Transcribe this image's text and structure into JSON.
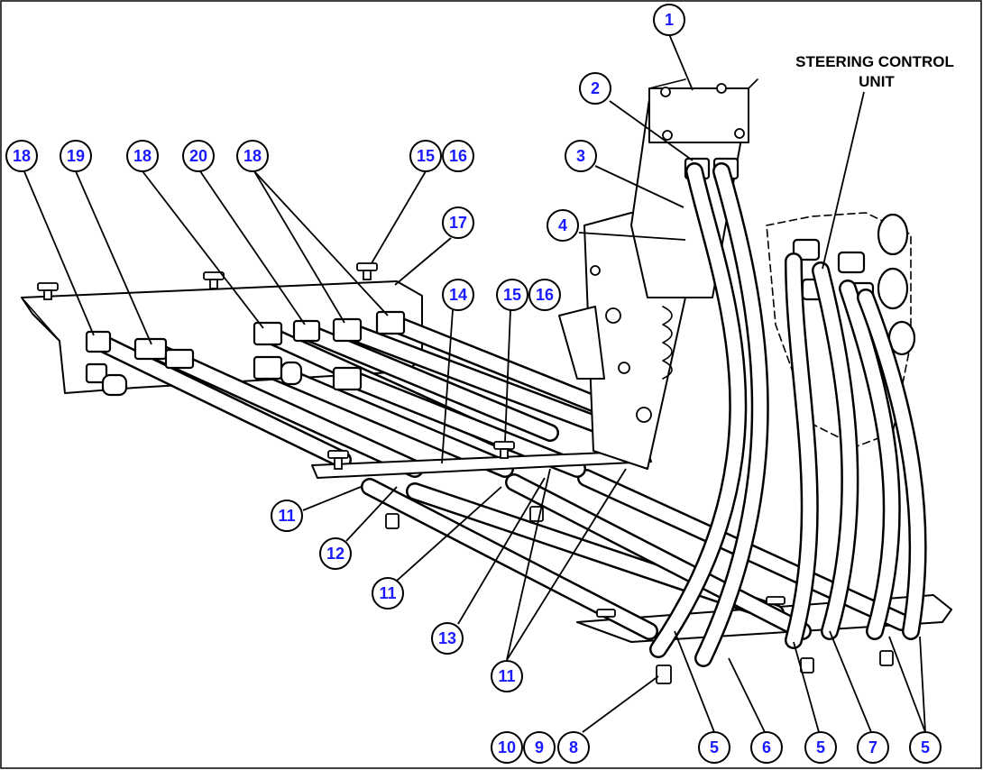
{
  "diagram": {
    "caption_line1": "STEERING CONTROL",
    "caption_line2": "UNIT"
  },
  "callouts": [
    "1",
    "2",
    "3",
    "4",
    "18",
    "19",
    "18",
    "20",
    "18",
    "15",
    "16",
    "17",
    "14",
    "15",
    "16",
    "11",
    "12",
    "11",
    "13",
    "11",
    "10",
    "9",
    "8",
    "5",
    "6",
    "5",
    "7",
    "5"
  ],
  "colors": {
    "callout_text": "#1a1aff",
    "line_art": "#000000",
    "background": "#ffffff"
  }
}
